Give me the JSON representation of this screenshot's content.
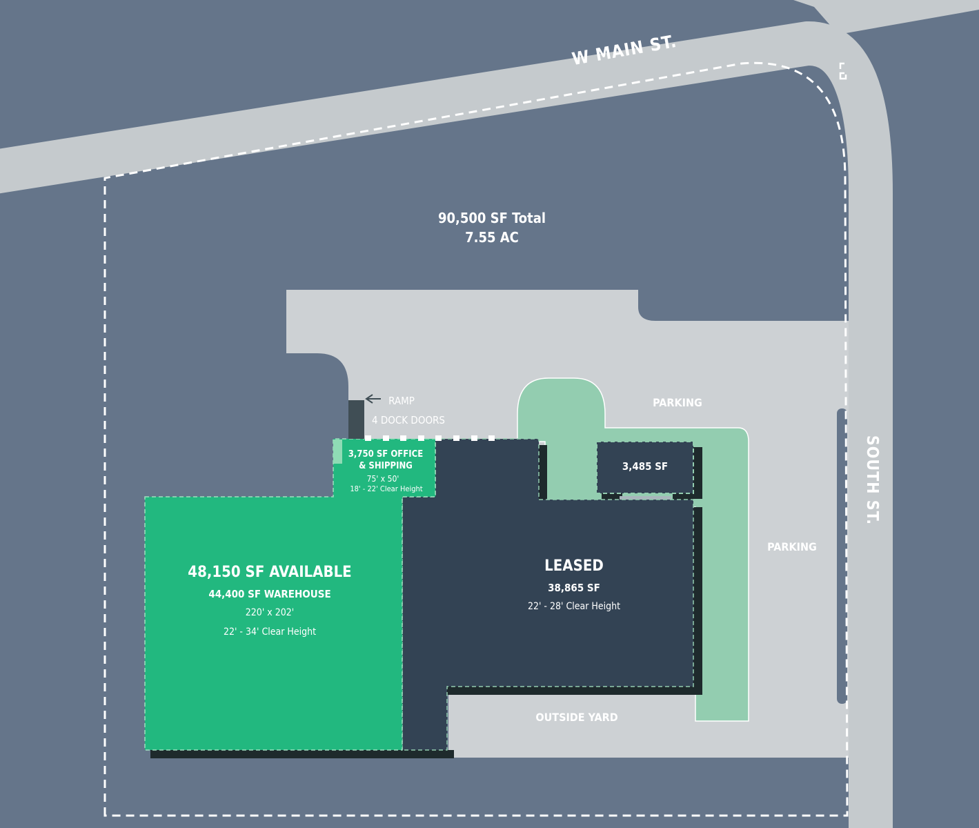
{
  "site": {
    "total_sf": "90,500 SF Total",
    "acreage": "7.55 AC"
  },
  "streets": {
    "north": "W MAIN ST.",
    "east": "SOUTH ST."
  },
  "labels": {
    "ramp": "RAMP",
    "dock_doors": "4 DOCK DOORS",
    "parking_north": "PARKING",
    "parking_east": "PARKING",
    "outside_yard": "OUTSIDE YARD"
  },
  "available": {
    "title": "48,150 SF AVAILABLE",
    "warehouse": "44,400 SF WAREHOUSE",
    "dimensions": "220' x 202'",
    "clear_height": "22' - 34' Clear Height"
  },
  "office": {
    "line1": "3,750 SF OFFICE",
    "line2": "& SHIPPING",
    "dimensions": "75' x 50'",
    "clear_height": "18' - 22' Clear Height"
  },
  "leased": {
    "title": "LEASED",
    "area": "38,865 SF",
    "clear_height": "22' - 28' Clear Height"
  },
  "small_building": {
    "area": "3,485 SF"
  },
  "colors": {
    "background": "#65758a",
    "road": "#c5cacd",
    "paved": "#cdd1d4",
    "available": "#22b87f",
    "landscape": "#93cdb0",
    "leased": "#334354"
  }
}
